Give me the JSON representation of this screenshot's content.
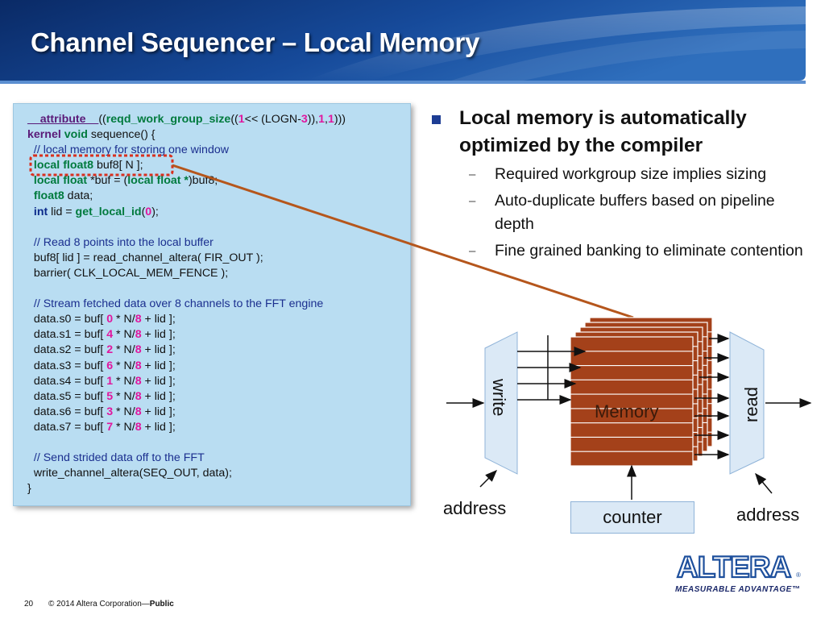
{
  "slide": {
    "title": "Channel Sequencer – Local Memory"
  },
  "code": {
    "lines": [
      [
        {
          "t": "__attribute__",
          "c": "kw-dk"
        },
        {
          "t": "(("
        },
        {
          "t": "reqd_work_group_size",
          "c": "kw-gr"
        },
        {
          "t": "(("
        },
        {
          "t": "1",
          "c": "mg"
        },
        {
          "t": "<< (LOGN-"
        },
        {
          "t": "3",
          "c": "mg"
        },
        {
          "t": ")),"
        },
        {
          "t": "1",
          "c": "mg"
        },
        {
          "t": ","
        },
        {
          "t": "1",
          "c": "mg"
        },
        {
          "t": ")))"
        }
      ],
      [
        {
          "t": "kernel",
          "c": "kw-dk"
        },
        {
          "t": " "
        },
        {
          "t": "void",
          "c": "kw-gr"
        },
        {
          "t": " sequence() {"
        }
      ],
      [
        {
          "t": "  "
        },
        {
          "t": "// local memory for storing one window",
          "c": "cm"
        }
      ],
      [
        {
          "t": "  "
        },
        {
          "t": "local",
          "c": "kw-gr"
        },
        {
          "t": " "
        },
        {
          "t": "float8",
          "c": "kw-gr"
        },
        {
          "t": " buf8[ N ];"
        }
      ],
      [
        {
          "t": "  "
        },
        {
          "t": "local",
          "c": "kw-gr"
        },
        {
          "t": " "
        },
        {
          "t": "float",
          "c": "kw-gr"
        },
        {
          "t": " *buf = ("
        },
        {
          "t": "local",
          "c": "kw-gr"
        },
        {
          "t": " "
        },
        {
          "t": "float *",
          "c": "kw-gr"
        },
        {
          "t": ")buf8;"
        }
      ],
      [
        {
          "t": "  "
        },
        {
          "t": "float8",
          "c": "kw-gr"
        },
        {
          "t": " data;"
        }
      ],
      [
        {
          "t": "  "
        },
        {
          "t": "int",
          "c": "kw-bl"
        },
        {
          "t": " lid = "
        },
        {
          "t": "get_local_id",
          "c": "kw-gr"
        },
        {
          "t": "("
        },
        {
          "t": "0",
          "c": "mg"
        },
        {
          "t": ");"
        }
      ],
      [
        {
          "t": ""
        }
      ],
      [
        {
          "t": "  "
        },
        {
          "t": "// Read 8 points into the local buffer",
          "c": "cm"
        }
      ],
      [
        {
          "t": "  buf8[ lid ] = read_channel_altera( FIR_OUT );"
        }
      ],
      [
        {
          "t": "  barrier( CLK_LOCAL_MEM_FENCE );"
        }
      ],
      [
        {
          "t": ""
        }
      ],
      [
        {
          "t": "  "
        },
        {
          "t": "// Stream fetched data over 8 channels to the FFT engine",
          "c": "cm"
        }
      ],
      [
        {
          "t": "  data.s0 = buf[ "
        },
        {
          "t": "0",
          "c": "mg"
        },
        {
          "t": " * N/"
        },
        {
          "t": "8",
          "c": "mg"
        },
        {
          "t": " + lid ];"
        }
      ],
      [
        {
          "t": "  data.s1 = buf[ "
        },
        {
          "t": "4",
          "c": "mg"
        },
        {
          "t": " * N/"
        },
        {
          "t": "8",
          "c": "mg"
        },
        {
          "t": " + lid ];"
        }
      ],
      [
        {
          "t": "  data.s2 = buf[ "
        },
        {
          "t": "2",
          "c": "mg"
        },
        {
          "t": " * N/"
        },
        {
          "t": "8",
          "c": "mg"
        },
        {
          "t": " + lid ];"
        }
      ],
      [
        {
          "t": "  data.s3 = buf[ "
        },
        {
          "t": "6",
          "c": "mg"
        },
        {
          "t": " * N/"
        },
        {
          "t": "8",
          "c": "mg"
        },
        {
          "t": " + lid ];"
        }
      ],
      [
        {
          "t": "  data.s4 = buf[ "
        },
        {
          "t": "1",
          "c": "mg"
        },
        {
          "t": " * N/"
        },
        {
          "t": "8",
          "c": "mg"
        },
        {
          "t": " + lid ];"
        }
      ],
      [
        {
          "t": "  data.s5 = buf[ "
        },
        {
          "t": "5",
          "c": "mg"
        },
        {
          "t": " * N/"
        },
        {
          "t": "8",
          "c": "mg"
        },
        {
          "t": " + lid ];"
        }
      ],
      [
        {
          "t": "  data.s6 = buf[ "
        },
        {
          "t": "3",
          "c": "mg"
        },
        {
          "t": " * N/"
        },
        {
          "t": "8",
          "c": "mg"
        },
        {
          "t": " + lid ];"
        }
      ],
      [
        {
          "t": "  data.s7 = buf[ "
        },
        {
          "t": "7",
          "c": "mg"
        },
        {
          "t": " * N/"
        },
        {
          "t": "8",
          "c": "mg"
        },
        {
          "t": " + lid ];"
        }
      ],
      [
        {
          "t": ""
        }
      ],
      [
        {
          "t": "  "
        },
        {
          "t": "// Send strided data off to the FFT",
          "c": "cm"
        }
      ],
      [
        {
          "t": "  write_channel_altera(SEQ_OUT, data);"
        }
      ],
      [
        {
          "t": "}"
        }
      ]
    ]
  },
  "bullets": {
    "main": "Local memory is automatically optimized by the compiler",
    "subs": [
      "Required workgroup size implies sizing",
      "Auto-duplicate buffers based on pipeline depth",
      "Fine grained banking to eliminate contention"
    ]
  },
  "diagram": {
    "write_label": "write",
    "read_label": "read",
    "memory_label": "Memory",
    "address_left": "address",
    "address_right": "address",
    "counter_label": "counter"
  },
  "footer": {
    "page_number": "20",
    "copyright": "© 2014 Altera Corporation—",
    "classification": "Public"
  },
  "logo": {
    "brand": "ALTERA",
    "tagline": "MEASURABLE ADVANTAGE™",
    "registered": "®"
  },
  "colors": {
    "banner_dark": "#0b2c6b",
    "banner_light": "#3a78c2",
    "memory_fill": "#a4411a",
    "arrow_line": "#b5561c",
    "highlight_box": "#d8301f",
    "code_bg": "#b9ddf2",
    "altera_blue": "#1d4f9c"
  }
}
